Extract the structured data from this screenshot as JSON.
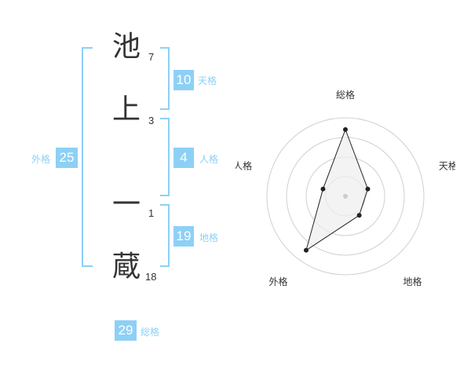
{
  "name_chars": [
    {
      "char": "池",
      "strokes": "7"
    },
    {
      "char": "上",
      "strokes": "3"
    },
    {
      "char": "一",
      "strokes": "1"
    },
    {
      "char": "蔵",
      "strokes": "18"
    }
  ],
  "kaku": {
    "tenkaku": {
      "value": "10",
      "label": "天格"
    },
    "jinkaku": {
      "value": "4",
      "label": "人格"
    },
    "chikaku": {
      "value": "19",
      "label": "地格"
    },
    "gaikaku": {
      "value": "25",
      "label": "外格"
    },
    "soukaku": {
      "value": "29",
      "label": "総格"
    }
  },
  "colors": {
    "accent": "#8dd0f6",
    "text": "#333333",
    "ring": "#d0d0d0"
  },
  "chart_data": {
    "type": "radar",
    "axes": [
      "総格",
      "天格",
      "地格",
      "外格",
      "人格"
    ],
    "rings": 4,
    "range": [
      0,
      4
    ],
    "values": [
      3.4,
      1.2,
      1.2,
      3.4,
      1.2
    ]
  }
}
